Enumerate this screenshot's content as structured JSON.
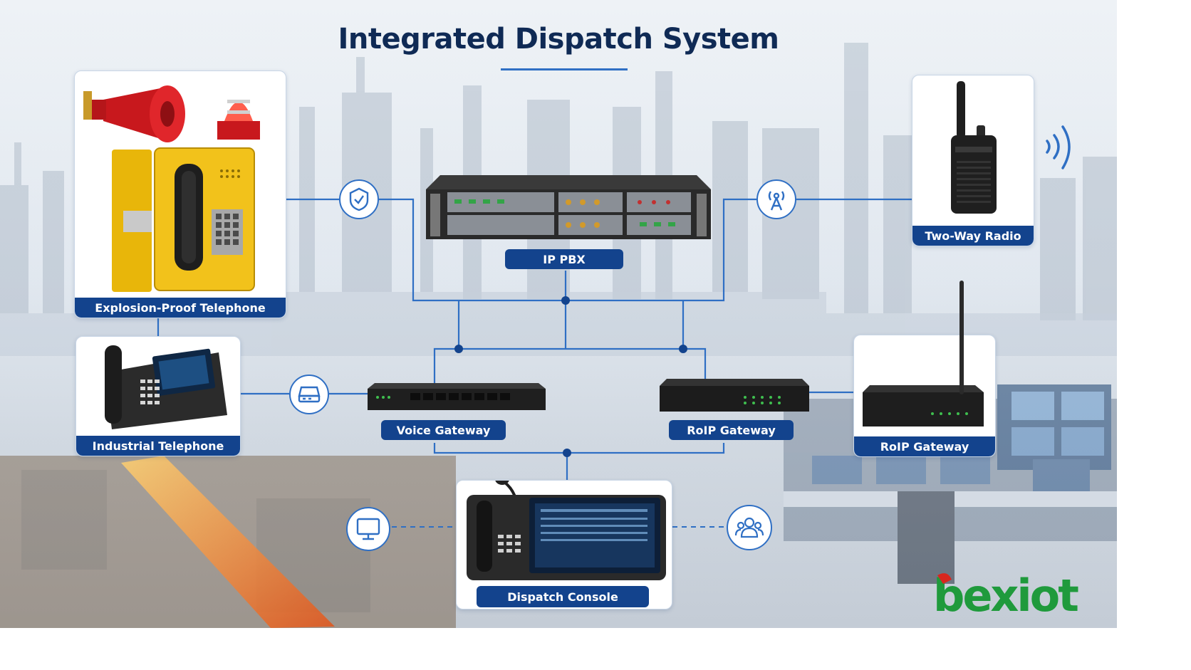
{
  "title": "Integrated Dispatch System",
  "colors": {
    "accent_blue": "#13438d",
    "line_blue": "#2f6fc4",
    "title_navy": "#0f2a55",
    "logo_green": "#1f9a3c",
    "logo_red": "#d7261e"
  },
  "nodes": {
    "explosion_proof_telephone": "Explosion-Proof Telephone",
    "industrial_telephone": "Industrial Telephone",
    "ip_pbx": "IP PBX",
    "voice_gateway": "Voice Gateway",
    "roip_gateway_center": "RoIP Gateway",
    "roip_gateway_right": "RoIP Gateway",
    "two_way_radio": "Two-Way Radio",
    "dispatch_console": "Dispatch Console"
  },
  "icons": [
    "shield-icon",
    "antenna-icon",
    "network-device-icon",
    "monitor-icon",
    "users-icon",
    "radio-wave-icon"
  ],
  "logo": "bexiot"
}
